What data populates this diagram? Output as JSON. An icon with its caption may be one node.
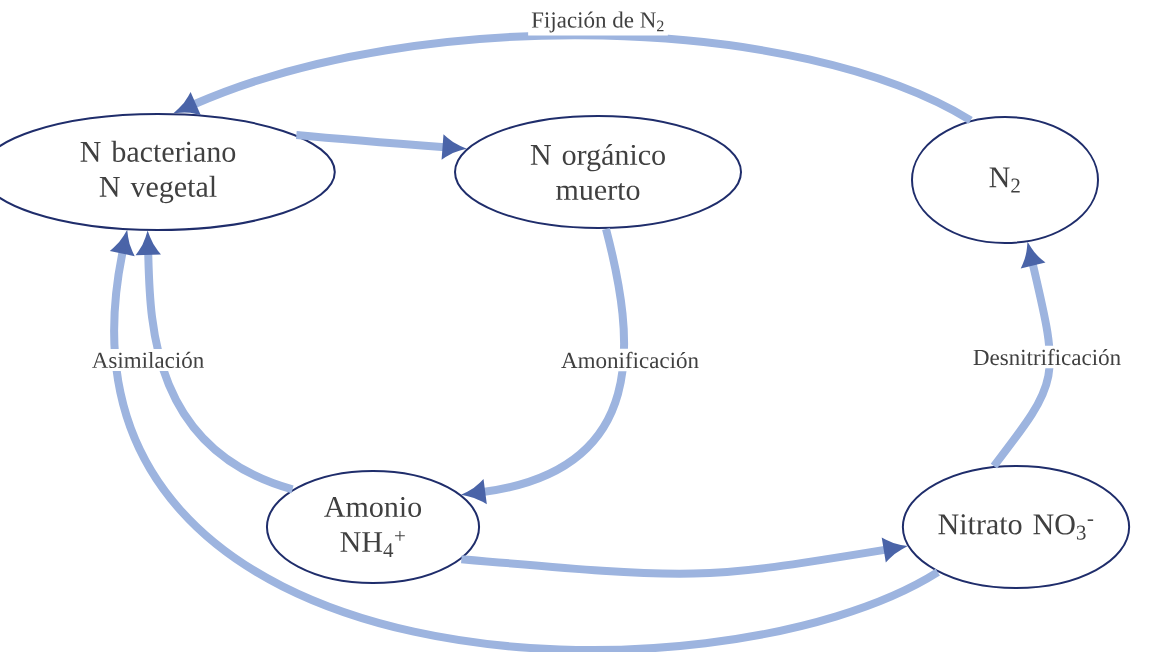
{
  "diagram": {
    "nodes": [
      {
        "text": [
          "N bacteriano N vegetal"
        ]
      },
      {
        "text": [
          "N orgánico muerto"
        ]
      },
      {
        "text": [
          "N$_{2}$"
        ]
      },
      {
        "text": [
          "Amonio NH$_{4}$$^{+}$"
        ]
      },
      {
        "text": [
          "Nitrato NO$_{3}$$^{-}$"
        ]
      }
    ],
    "edges": [
      {
        "from": 2,
        "to": 0,
        "arrow": "to",
        "label": "Fijación de N$_{2}$"
      },
      {
        "from": 0,
        "to": 1,
        "arrow": "to"
      },
      {
        "from": 1,
        "to": 3,
        "arrow": "to",
        "label": "Amonificación"
      },
      {
        "from": 3,
        "to": 4,
        "arrow": "to"
      },
      {
        "from": 4,
        "to": 2,
        "arrow": "to",
        "label": "Desnitrificación"
      },
      {
        "from": 3,
        "to": 0,
        "arrow": "to",
        "label": "Asimilación"
      },
      {
        "from": 4,
        "to": 0,
        "arrow": "to"
      }
    ]
  }
}
